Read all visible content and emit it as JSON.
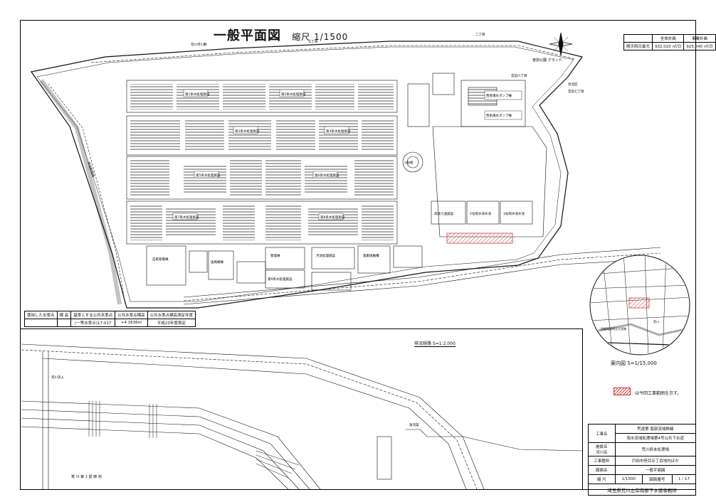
{
  "title": {
    "main": "一般平面図",
    "scale": "縮尺  1/1500"
  },
  "capacity_table": {
    "headers": [
      "",
      "全体計画",
      "事業計画"
    ],
    "row_label": "晴天時日最大",
    "full_plan": "932,020 ㎥/日",
    "business_plan": "925,640 ㎥/日"
  },
  "benchmark_table": {
    "headers": [
      "使用した水準点",
      "標 高",
      "基準とする公共水準点",
      "公共水準点標高",
      "公共水準点標高測定年度"
    ],
    "row": [
      "",
      "",
      "(一等水準点)17-017",
      "+4.1636m",
      "平成23年度測定"
    ]
  },
  "map_labels": {
    "park": "宮前公園 グランド",
    "top_street_a": "荒川河川敷",
    "top_street_b": "三丁目",
    "top_street_c": "二丁目",
    "top_right_street": "宮前六丁目",
    "right_label_a": "見沼区",
    "right_label_b": "宮前七丁目",
    "left_road": "県道朝霞線",
    "buildings": {
      "pump1": "西系揚水ポンプ棟",
      "pump2": "西系揚水ポンプ棟",
      "sludge": "汚泥処理施設",
      "waterB": "第1系水処理施設",
      "waterC": "第2系水処理施設",
      "waterD": "第3系水処理施設",
      "waterE": "第4系水処理施設",
      "waterF": "第5系水処理施設",
      "waterG": "第6系水処理施設",
      "waterH": "第7系水処理施設",
      "waterI": "第8系水処理施設",
      "waterJ": "第9系水処理施設",
      "admin": "管理棟",
      "power": "自家発電棟",
      "blower": "送風機棟",
      "chlor": "塩素接触槽",
      "tankA": "高速ろ過施設",
      "tankB": "2号雨水滞水池",
      "tankC": "3号雨水滞水池",
      "circle": "分配槽"
    }
  },
  "lower_plan": {
    "label": "排流経路  S=1:2,000",
    "river_label": "荒 川 第 1 調 節 池",
    "left_label": "荒川流入",
    "pump_label": "放流渠"
  },
  "inset": {
    "label": "案内図 S=1/15,000",
    "road": "首都高速埼玉大宮線",
    "place": "荒川"
  },
  "legend": {
    "text": "は今回工事範囲を示す。"
  },
  "title_block": {
    "project_label": "工事名",
    "project_line1": "荒運第 南部流域幹線",
    "project_line2": "雨水流域処理場第4号公共下水道",
    "site_label": "施設名",
    "site_value": "荒川終末処理場",
    "river_label": "河川名",
    "place_label": "工事箇所",
    "place_value": "戸田市笹目五丁目地内ほか",
    "drawing_label": "図面名",
    "drawing_value": "一般平面図",
    "scale_label": "縮 尺",
    "scale_value": "1/1500",
    "number_label": "図面番号",
    "number_value": "1 / 17",
    "office": "埼玉県荒川左岸南部下水道事務所"
  },
  "colors": {
    "line": "#111111",
    "hatch": "#d43a3a",
    "paper": "#ffffff"
  }
}
